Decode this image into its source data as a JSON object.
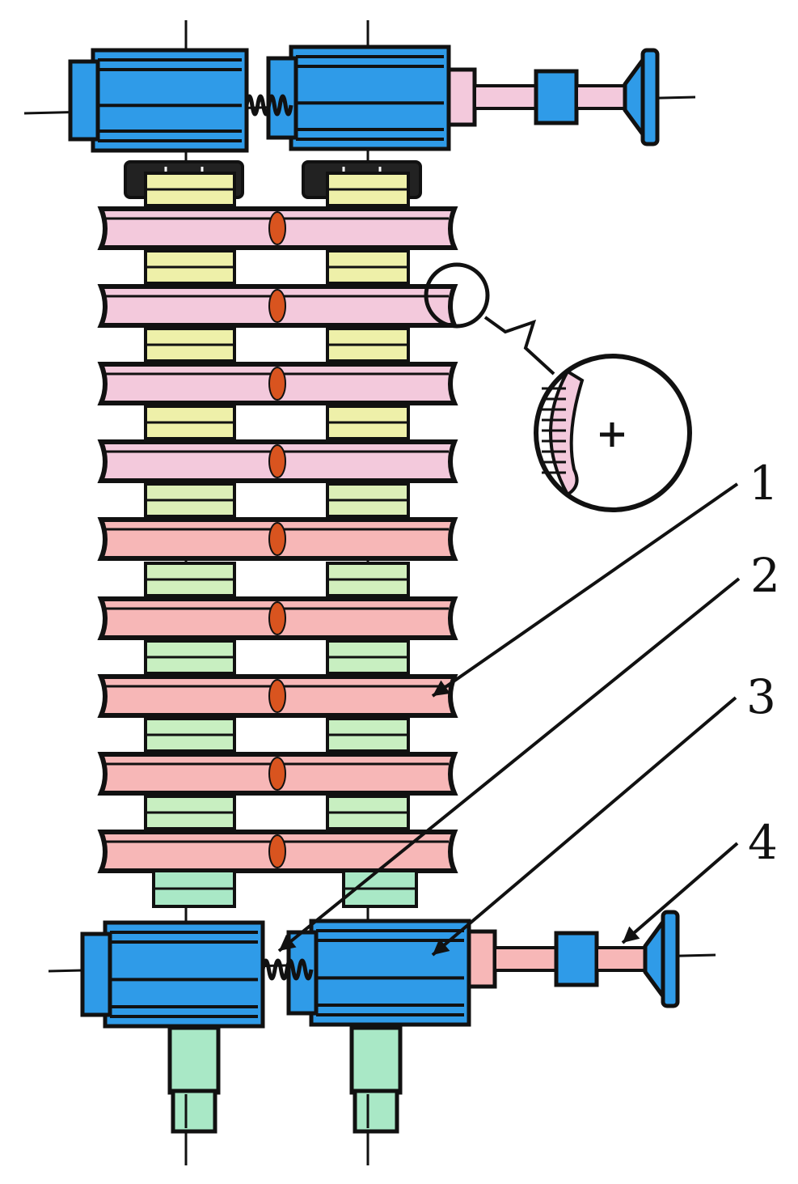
{
  "callouts": [
    {
      "id": "1",
      "label": "1"
    },
    {
      "id": "2",
      "label": "2"
    },
    {
      "id": "3",
      "label": "3"
    },
    {
      "id": "4",
      "label": "4"
    }
  ],
  "colors": {
    "housing": "#2f9be8",
    "disc_top": "#f3c9dc",
    "disc_bottom": "#f7b7b7",
    "gasket_top": "#eef0a9",
    "gasket_bottom": "#c8efc1",
    "shaft": "#a9e8c6",
    "weld": "#d9541f",
    "outline": "#111111"
  },
  "icons": [
    "detail-circle-icon",
    "spring-icon",
    "handwheel-icon",
    "plus-icon"
  ]
}
